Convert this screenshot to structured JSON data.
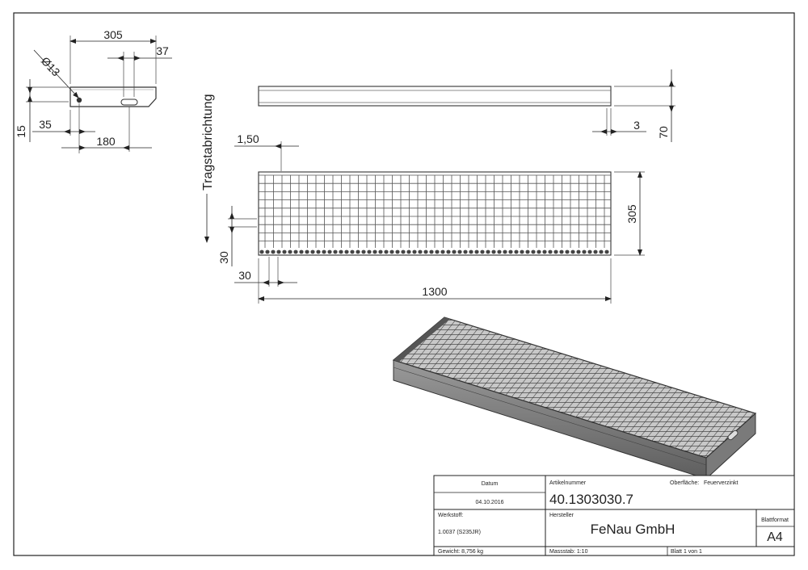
{
  "dimensions": {
    "side_width": "305",
    "slot_offset": "37",
    "hole_diameter": "Ø13",
    "thickness": "15",
    "hole_offset": "35",
    "slot_position": "180",
    "tread_width": "305",
    "tread_length": "1300",
    "bar_thickness": "1,50",
    "mesh_vertical": "30",
    "mesh_horizontal": "30",
    "frame_thickness": "3",
    "height": "70"
  },
  "direction_label": "Tragstabrichtung",
  "title_block": {
    "date_label": "Datum",
    "date_value": "04.10.2016",
    "article_label": "Artikelnummer",
    "article_value": "40.1303030.7",
    "surface_label": "Oberfläche:",
    "surface_value": "Feuerverzinkt",
    "material_label": "Werkstoff:",
    "material_value": "1.0037 (S235JR)",
    "manufacturer_label": "Hersteller",
    "manufacturer_value": "FeNau GmbH",
    "format_label": "Blattformat",
    "format_value": "A4",
    "weight_value": "Gewicht: 8,756 kg",
    "scale_value": "Massstab: 1:10",
    "sheet_value": "Blatt 1 von 1"
  }
}
